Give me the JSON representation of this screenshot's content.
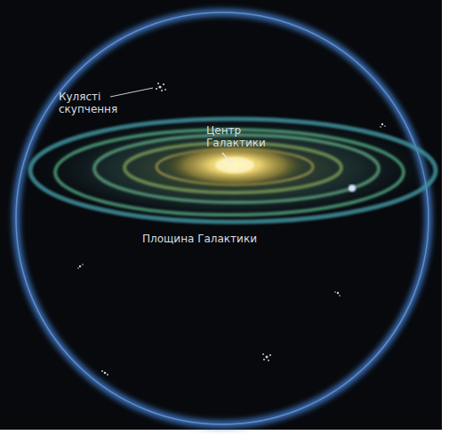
{
  "diagram": {
    "labels": [
      "Кулясті скупчення",
      "Центр Галактики",
      "Площина Галактики"
    ]
  }
}
